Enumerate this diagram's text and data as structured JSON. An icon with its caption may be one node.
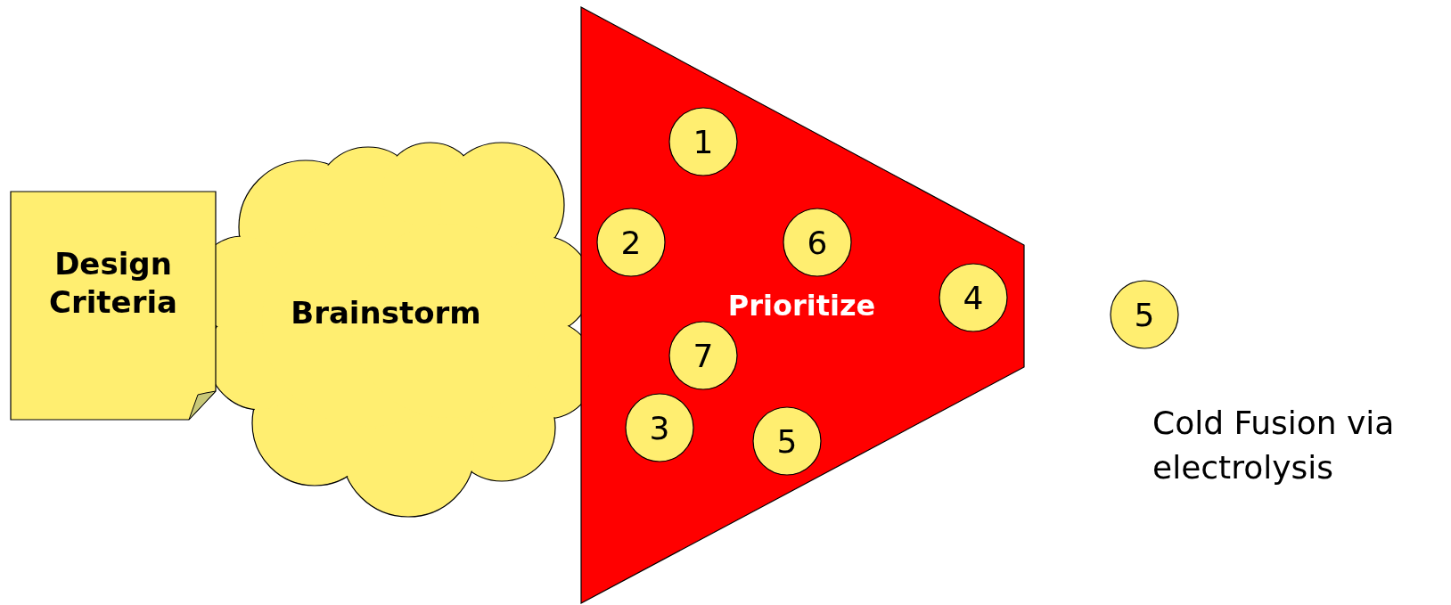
{
  "diagram": {
    "nodes": [
      {
        "text": [
          "Design Criteria"
        ]
      },
      {
        "text": [
          "Brainstorm"
        ]
      },
      {
        "text": [
          "Prioritize"
        ]
      },
      {
        "text": [
          "1"
        ],
        "in": 2
      },
      {
        "text": [
          "2"
        ],
        "in": 2
      },
      {
        "text": [
          "6"
        ],
        "in": 2
      },
      {
        "text": [
          "4"
        ],
        "in": 2
      },
      {
        "text": [
          "7"
        ],
        "in": 2
      },
      {
        "text": [
          "3"
        ],
        "in": 2
      },
      {
        "text": [
          "5"
        ],
        "in": 2
      },
      {
        "text": [
          "5"
        ]
      }
    ],
    "labels": [
      "Cold Fusion via electrolysis"
    ]
  }
}
